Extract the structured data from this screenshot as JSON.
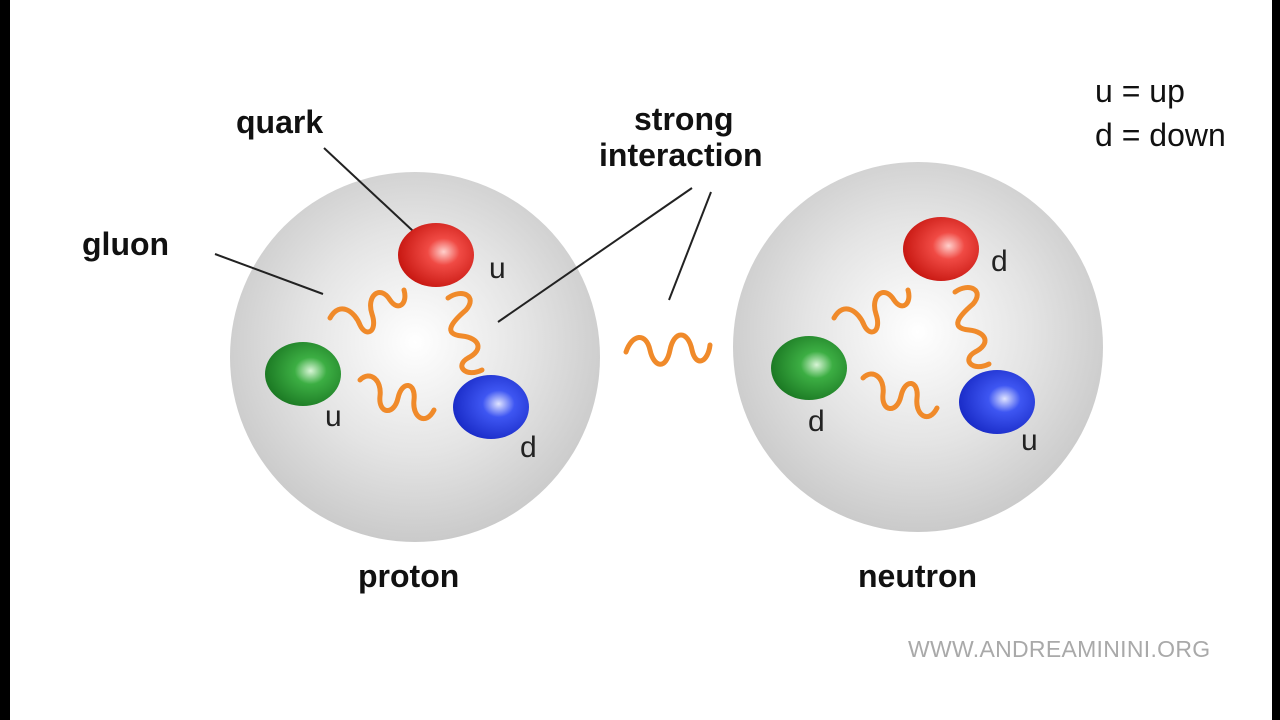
{
  "labels": {
    "quark": "quark",
    "gluon": "gluon",
    "strong_interaction_line1": "strong",
    "strong_interaction_line2": "interaction",
    "proton": "proton",
    "neutron": "neutron"
  },
  "legend": {
    "up": "u = up",
    "down": "d = down"
  },
  "proton": {
    "name": "proton",
    "quarks": [
      {
        "flavor": "u",
        "color": "red"
      },
      {
        "flavor": "u",
        "color": "green"
      },
      {
        "flavor": "d",
        "color": "blue"
      }
    ]
  },
  "neutron": {
    "name": "neutron",
    "quarks": [
      {
        "flavor": "d",
        "color": "red"
      },
      {
        "flavor": "d",
        "color": "green"
      },
      {
        "flavor": "u",
        "color": "blue"
      }
    ]
  },
  "colors": {
    "quark_red": "#e8302c",
    "quark_green": "#2e9e36",
    "quark_blue": "#2a43e6",
    "gluon": "#f08a2a",
    "nucleon": "#d4d4d4",
    "pointer_line": "#222222"
  },
  "watermark": "WWW.ANDREAMININI.ORG"
}
